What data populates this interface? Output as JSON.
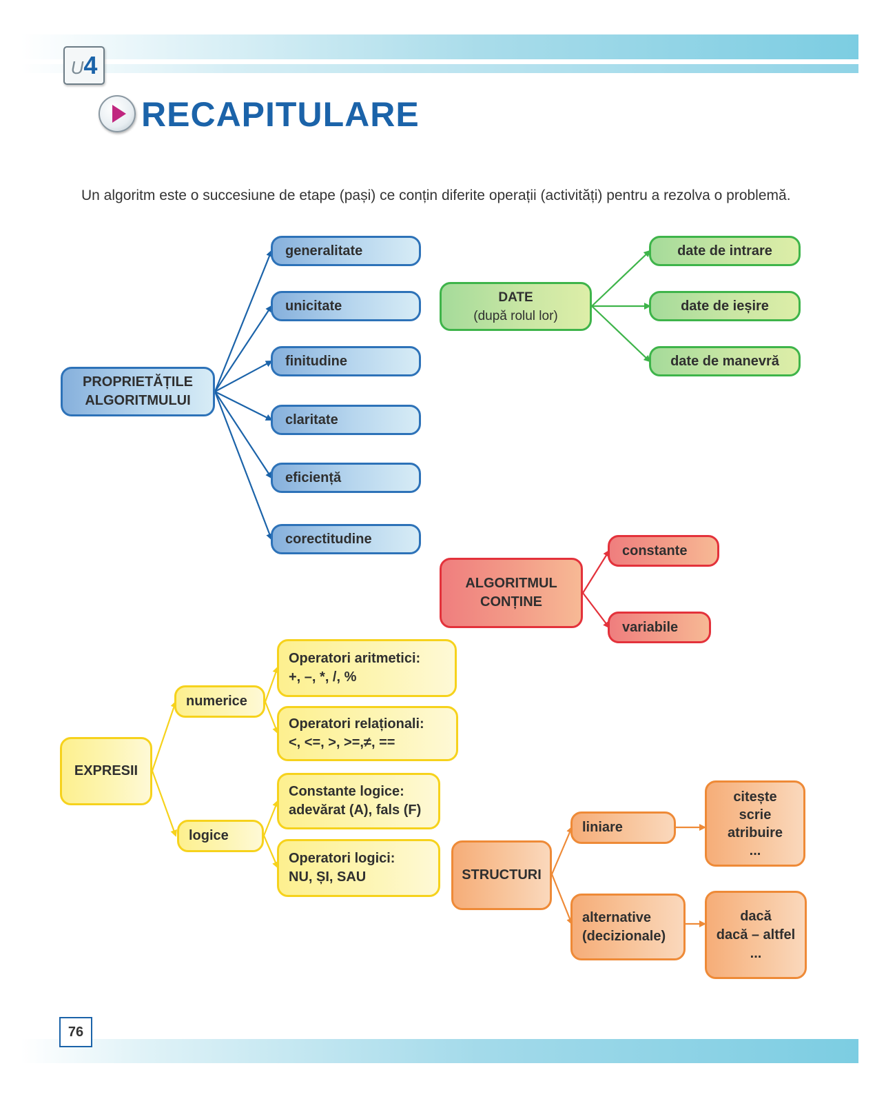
{
  "header": {
    "unit_prefix": "U",
    "unit_number": "4",
    "title": "RECAPITULARE"
  },
  "intro": "Un algoritm este o succesiune de etape (pași) ce conțin diferite operații (activități) pentru a rezolva o problemă.",
  "properties": {
    "root": [
      "PROPRIETĂȚILE",
      "ALGORITMULUI"
    ],
    "items": [
      "generalitate",
      "unicitate",
      "finitudine",
      "claritate",
      "eficiență",
      "corectitudine"
    ]
  },
  "date": {
    "root": [
      "DATE",
      "(după rolul lor)"
    ],
    "items": [
      "date de intrare",
      "date de ieșire",
      "date de manevră"
    ]
  },
  "algoritm": {
    "root": [
      "ALGORITMUL",
      "CONȚINE"
    ],
    "items": [
      "constante",
      "variabile"
    ]
  },
  "expresii": {
    "root": "EXPRESII",
    "numerice": "numerice",
    "logice": "logice",
    "op_aritmetici": [
      "Operatori aritmetici:",
      "+, –, *, /, %"
    ],
    "op_relationali": [
      "Operatori relaționali:",
      "<, <=, >, >=,≠, =="
    ],
    "const_logice": [
      "Constante logice:",
      "adevărat (A), fals (F)"
    ],
    "op_logici": [
      "Operatori logici:",
      "NU, ȘI, SAU"
    ]
  },
  "structuri": {
    "root": "STRUCTURI",
    "liniare": "liniare",
    "liniare_items": [
      "citește",
      "scrie",
      "atribuire",
      "..."
    ],
    "alternative": [
      "alternative",
      "(decizionale)"
    ],
    "alternative_items": [
      "dacă",
      "dacă – altfel",
      "..."
    ]
  },
  "page_number": "76",
  "colors": {
    "blue": "#2d72b8",
    "green": "#3eb44a",
    "red": "#e3323b",
    "yellow": "#f6d21c",
    "orange": "#ee8a37",
    "title": "#1b63a9"
  }
}
